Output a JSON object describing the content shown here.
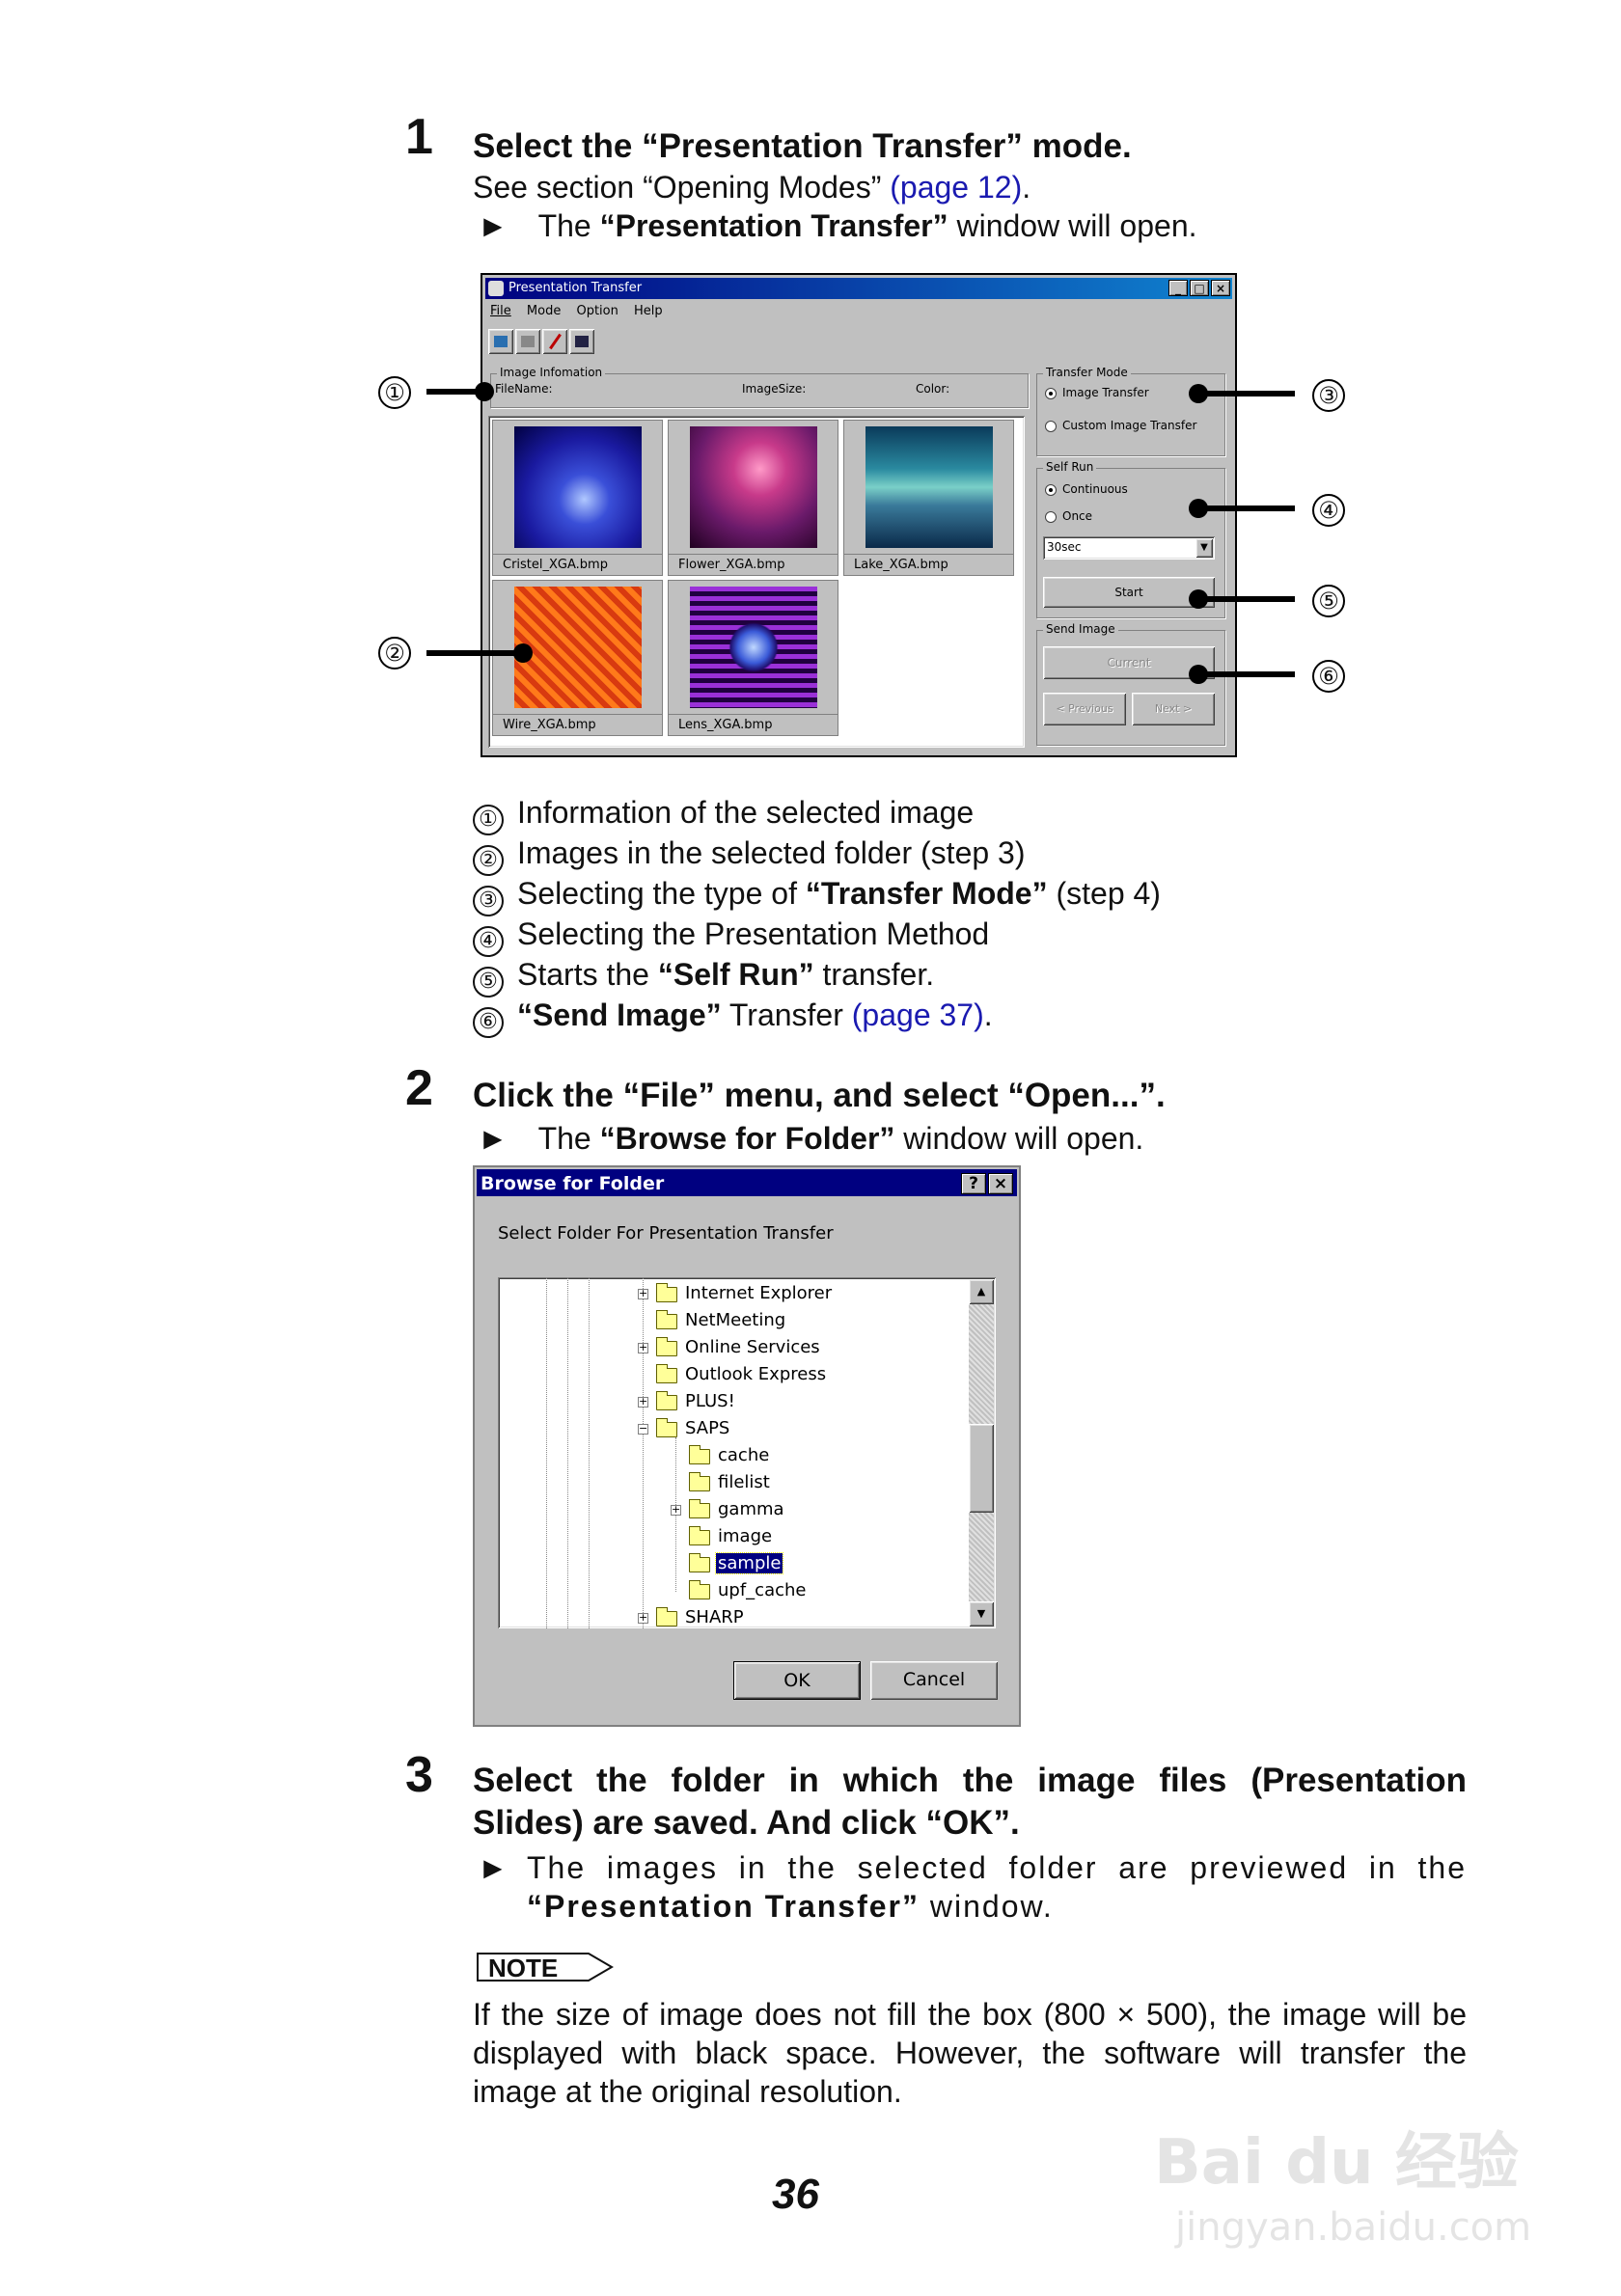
{
  "step1": {
    "number": "1",
    "heading": "Select the “Presentation Transfer” mode.",
    "line1_pre": "See section “Opening Modes” ",
    "line1_link": "(page 12)",
    "line1_post": ".",
    "line2_arrow": "►",
    "line2_pre": "The ",
    "line2_bold": "“Presentation Transfer”",
    "line2_post": " window will open."
  },
  "pt_window": {
    "title": "Presentation Transfer",
    "menu": [
      "File",
      "Mode",
      "Option",
      "Help"
    ],
    "image_info": {
      "label": "Image Infomation",
      "filename": "FileName:",
      "imagesize": "ImageSize:",
      "color": "Color:"
    },
    "thumbnails": [
      "Cristel_XGA.bmp",
      "Flower_XGA.bmp",
      "Lake_XGA.bmp",
      "Wire_XGA.bmp",
      "Lens_XGA.bmp"
    ],
    "transfer_mode": {
      "label": "Transfer Mode",
      "option1": "Image Transfer",
      "option2": "Custom Image Transfer"
    },
    "self_run": {
      "label": "Self Run",
      "option1": "Continuous",
      "option2": "Once",
      "interval": "30sec",
      "start": "Start"
    },
    "send_image": {
      "label": "Send Image",
      "current": "Current",
      "previous": "< Previous",
      "next": "Next >"
    }
  },
  "callouts": [
    "①",
    "②",
    "③",
    "④",
    "⑤",
    "⑥"
  ],
  "legend": {
    "item1": {
      "num": "①",
      "text": "Information of the selected image"
    },
    "item2": {
      "num": "②",
      "text": "Images in the selected folder (step 3)"
    },
    "item3": {
      "num": "③",
      "pre": "Selecting the type of ",
      "bold": "“Transfer Mode”",
      "post": " (step 4)"
    },
    "item4": {
      "num": "④",
      "text": "Selecting the Presentation Method"
    },
    "item5": {
      "num": "⑤",
      "pre": "Starts the ",
      "bold": "“Self Run”",
      "post": " transfer."
    },
    "item6": {
      "num": "⑥",
      "bold": "“Send Image”",
      "post": " Transfer ",
      "link": "(page 37)",
      "end": "."
    }
  },
  "step2": {
    "number": "2",
    "heading": "Click the “File” menu, and select “Open...”.",
    "line_arrow": "►",
    "line_pre": "The ",
    "line_bold": "“Browse for Folder”",
    "line_post": " window will open."
  },
  "browse_window": {
    "title": "Browse for Folder",
    "help_btn": "?",
    "close_btn": "×",
    "prompt": "Select Folder For Presentation Transfer",
    "tree": [
      "Internet Explorer",
      "NetMeeting",
      "Online Services",
      "Outlook Express",
      "PLUS!",
      "SAPS",
      "cache",
      "filelist",
      "gamma",
      "image",
      "sample",
      "upf_cache",
      "SHARP"
    ],
    "ok": "OK",
    "cancel": "Cancel"
  },
  "step3": {
    "number": "3",
    "heading": "Select the folder in which the image files (Presentation Slides) are saved. And click “OK”.",
    "line_arrow": "►",
    "line_pre": "The images in the selected folder are previewed in the ",
    "line_bold": "“Presentation Transfer”",
    "line_post": " window."
  },
  "note": {
    "label": "NOTE",
    "text": "If the size of image does not fill the box (800 × 500), the image will be displayed with black space. However, the software will transfer the image at the original resolution."
  },
  "page_number": "36",
  "watermark": {
    "brand": "Bai du 经验",
    "url": "jingyan.baidu.com"
  }
}
